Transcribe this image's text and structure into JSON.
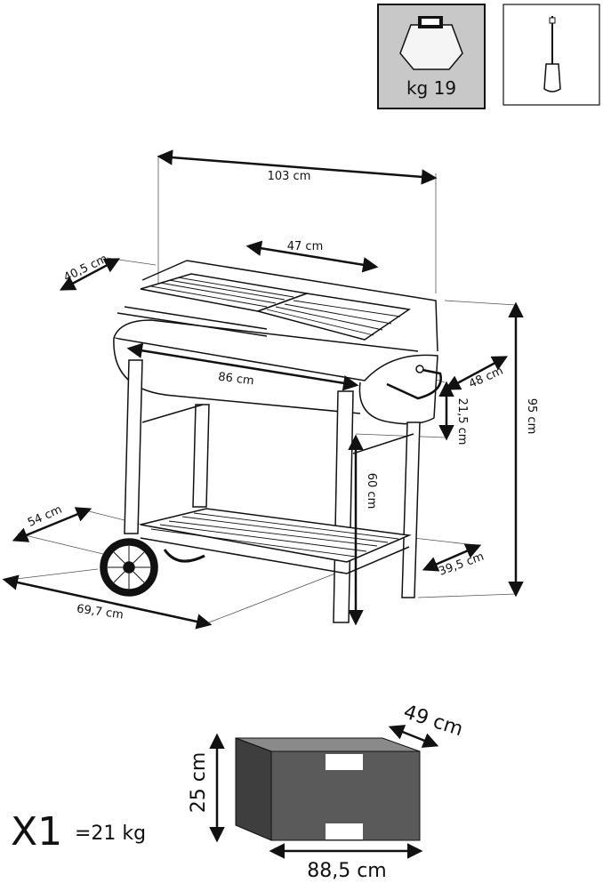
{
  "info": {
    "weight_badge": "kg 19"
  },
  "dimensions": {
    "total_width": "103 cm",
    "grill_width": "47 cm",
    "grill_depth": "40,5 cm",
    "bowl_width": "86 cm",
    "side_depth": "48 cm",
    "bowl_height": "21,5 cm",
    "total_height": "95 cm",
    "leg_height": "60 cm",
    "base_depth": "54 cm",
    "shelf_depth": "39,5 cm",
    "base_width": "69,7 cm"
  },
  "package": {
    "quantity": "X1",
    "weight": "=21 kg",
    "depth": "49 cm",
    "height": "25 cm",
    "width": "88,5 cm"
  },
  "colors": {
    "line": "#111111",
    "badge_fill": "#c8c8c8",
    "box_front": "#5a5a5a",
    "box_top": "#8a8a8a"
  }
}
